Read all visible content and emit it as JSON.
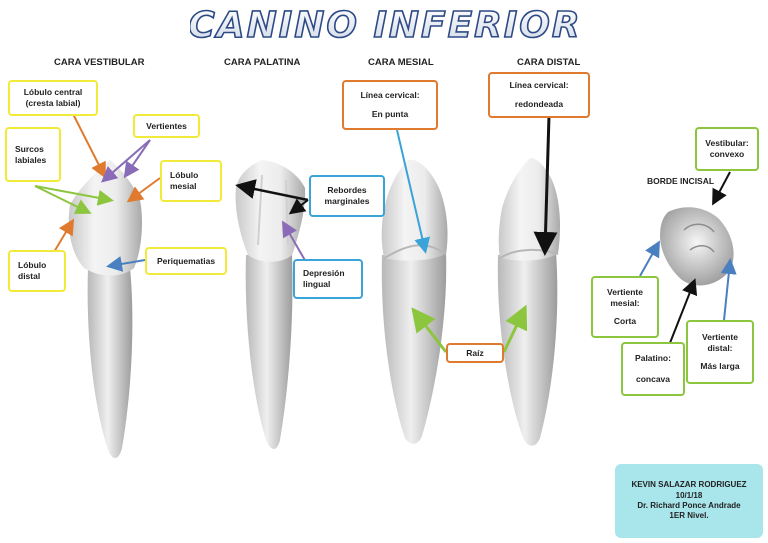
{
  "title": "CANINO INFERIOR",
  "views": {
    "vestibular": "CARA VESTIBULAR",
    "palatina": "CARA PALATINA",
    "mesial": "CARA MESIAL",
    "distal": "CARA DISTAL",
    "incisal": "BORDE INCISAL"
  },
  "labels": {
    "lobulo_central": [
      "Lóbulo central",
      "(cresta labial)"
    ],
    "vertientes": "Vertientes",
    "surcos_labiales": [
      "Surcos",
      "labiales"
    ],
    "lobulo_mesial": [
      "Lóbulo",
      "mesial"
    ],
    "lobulo_distal": [
      "Lóbulo",
      "distal"
    ],
    "periquematias": "Periquematias",
    "rebordes_marginales": [
      "Rebordes",
      "marginales"
    ],
    "depresion_lingual": [
      "Depresión",
      "lingual"
    ],
    "linea_cervical_mesial": [
      "Línea cervical:",
      "En punta"
    ],
    "linea_cervical_distal": [
      "Línea cervical:",
      "redondeada"
    ],
    "raiz": "Raíz",
    "vestibular_convexo": [
      "Vestibular:",
      "convexo"
    ],
    "vertiente_mesial": [
      "Vertiente",
      "mesial:",
      "Corta"
    ],
    "palatino_concava": [
      "Palatino:",
      "concava"
    ],
    "vertiente_distal": [
      "Vertiente",
      "distal:",
      "Más larga"
    ]
  },
  "credits": {
    "student": "KEVIN SALAZAR RODRIGUEZ",
    "date": "10/1/18",
    "teacher": "Dr. Richard Ponce Andrade",
    "level": "1ER Nivel."
  }
}
